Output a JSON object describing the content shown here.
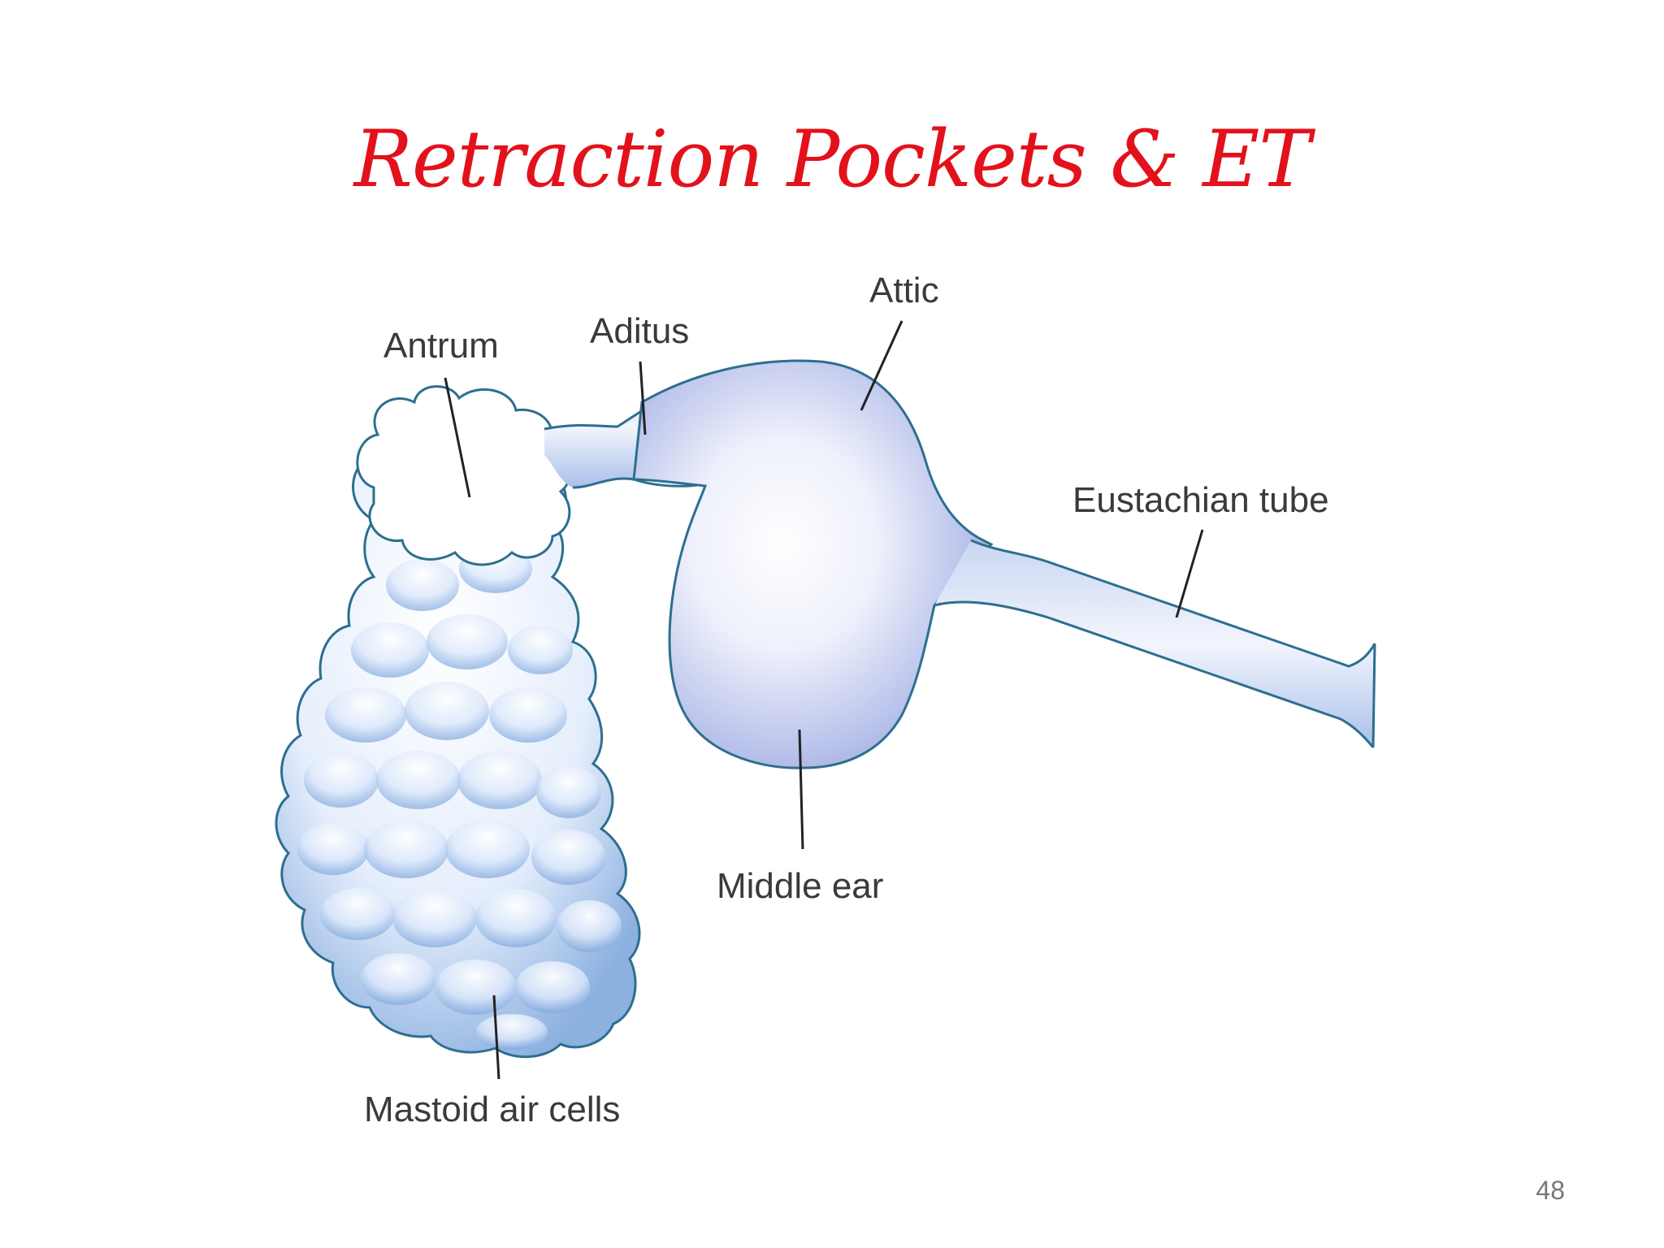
{
  "slide": {
    "title": "Retraction Pockets & ET",
    "page_number": "48"
  },
  "diagram": {
    "labels": {
      "antrum": "Antrum",
      "aditus": "Aditus",
      "attic": "Attic",
      "eustachian_tube": "Eustachian tube",
      "middle_ear": "Middle ear",
      "mastoid_air_cells": "Mastoid air cells"
    },
    "colors": {
      "title": "#e3111b",
      "outline": "#2d6f8f",
      "fill_light": "#f4f8ff",
      "fill_blue": "#8fb4e4",
      "fill_purple": "#9a8fc8"
    }
  }
}
